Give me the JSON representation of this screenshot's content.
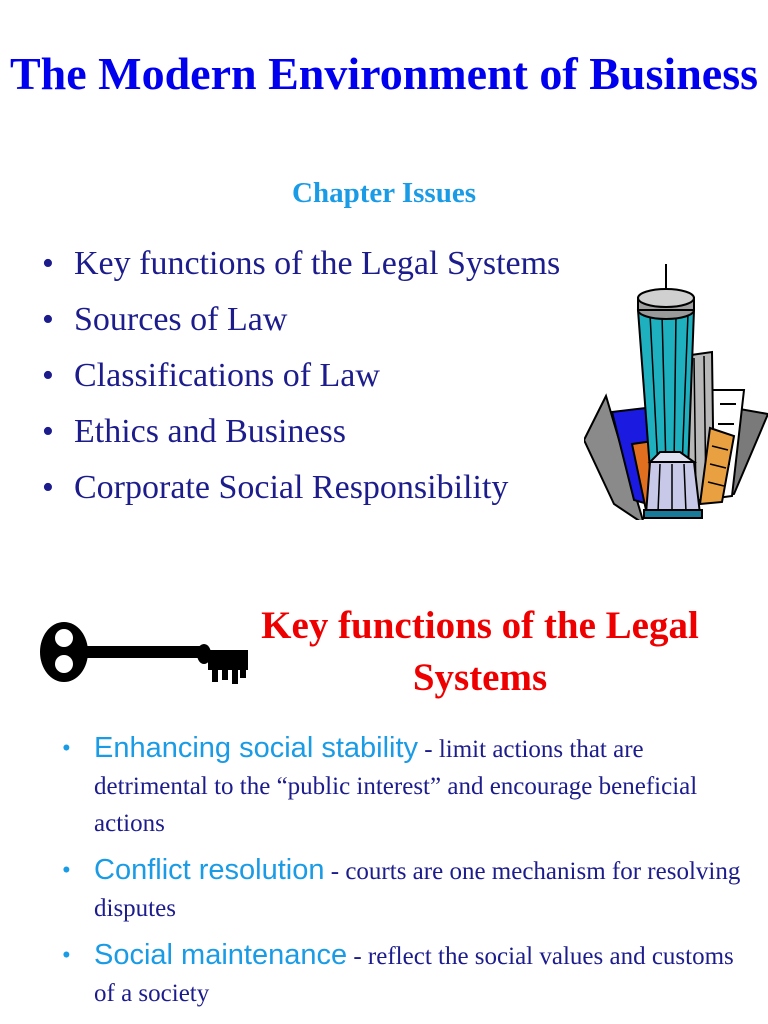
{
  "slide1": {
    "title": "The Modern Environment of Business",
    "subtitle": "Chapter Issues",
    "bullets": [
      "Key functions of the Legal Systems",
      "Sources of Law",
      "Classifications of Law",
      "Ethics and Business",
      "Corporate Social Responsibility"
    ],
    "illustration_icon": "city-skyscrapers-icon"
  },
  "slide2": {
    "title": "Key functions of the Legal Systems",
    "illustration_icon": "key-icon",
    "bullets": [
      {
        "term": "Enhancing social stability",
        "text": " - limit actions that are detrimental to the “public interest” and encourage beneficial actions"
      },
      {
        "term": "Conflict resolution",
        "text": " - courts are one mechanism for resolving disputes"
      },
      {
        "term": "Social maintenance",
        "text": " - reflect the social values and customs of a society"
      }
    ]
  },
  "colors": {
    "title_blue": "#0000ee",
    "subtitle_blue": "#1a9be6",
    "body_navy": "#1c1c8c",
    "title_red": "#ee0000"
  }
}
